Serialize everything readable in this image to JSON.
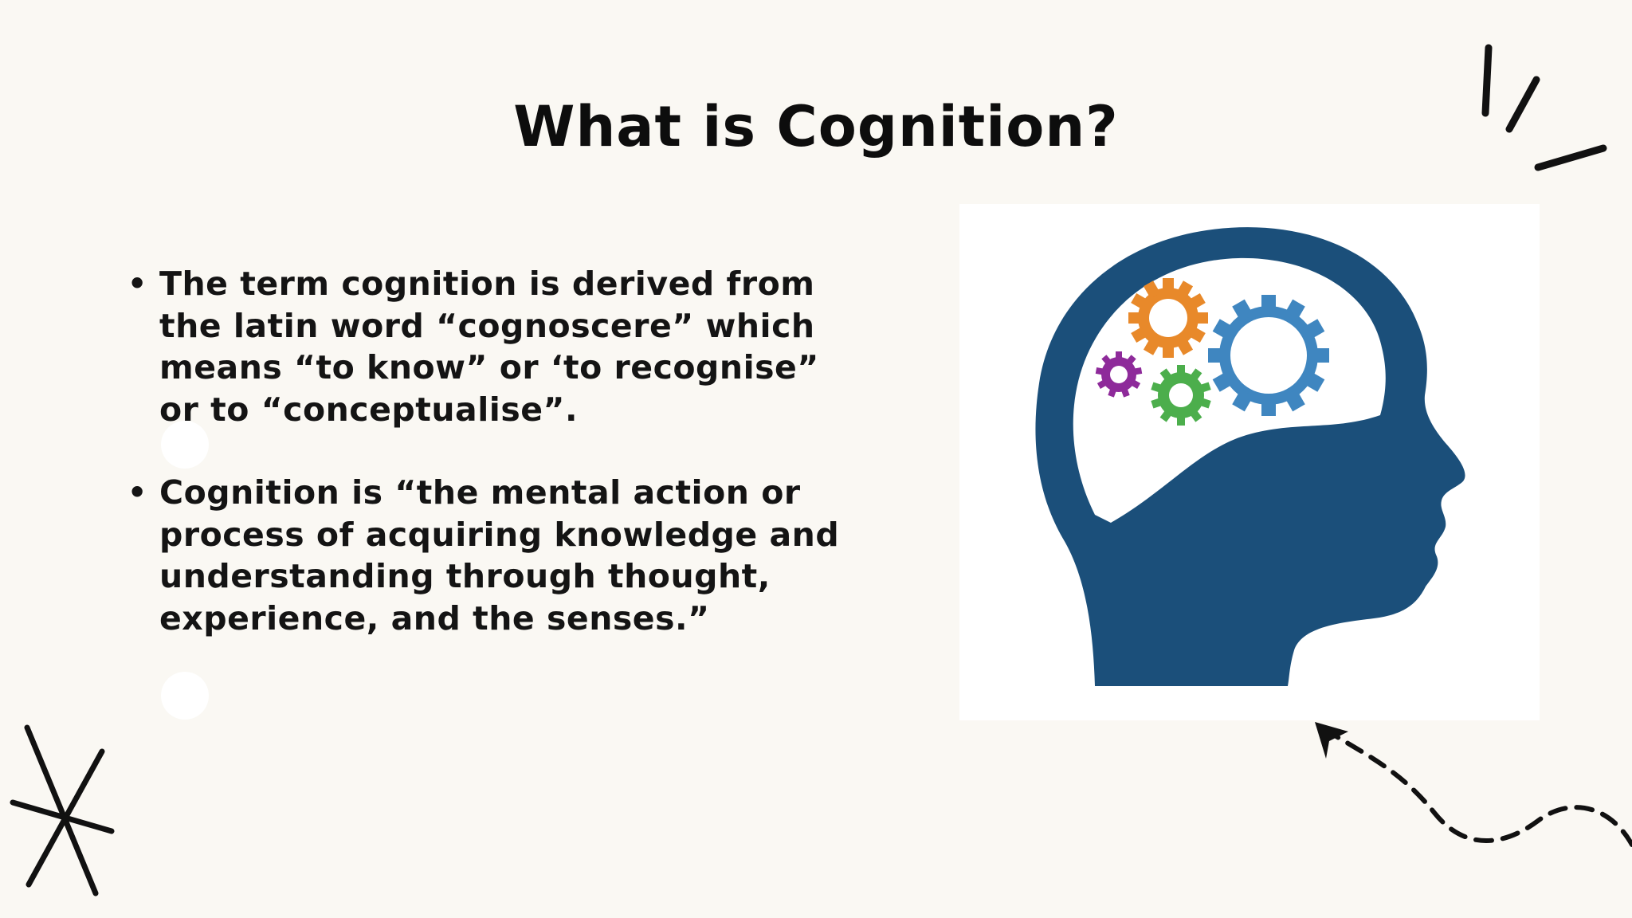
{
  "slide": {
    "title": "What is Cognition?",
    "bullets": [
      "The term cognition is derived from the latin word “cognoscere” which means “to know” or ‘to recognise” or to “conceptualise”.",
      "Cognition is “the mental action or process of acquiring knowledge and understanding through thought, experience, and the senses.”"
    ]
  },
  "icons": {
    "head_illustration": "head-with-gears-icon",
    "corner_star": "asterisk-doodle-icon",
    "sparkle": "sparkle-lines-icon",
    "arrow": "dashed-arrow-icon"
  },
  "colors": {
    "background": "#faf8f3",
    "head": "#1b4f7a",
    "gear_orange": "#e8892a",
    "gear_blue": "#3f86c0",
    "gear_purple": "#8e2a9a",
    "gear_green": "#4cae4c",
    "text": "#141414"
  }
}
